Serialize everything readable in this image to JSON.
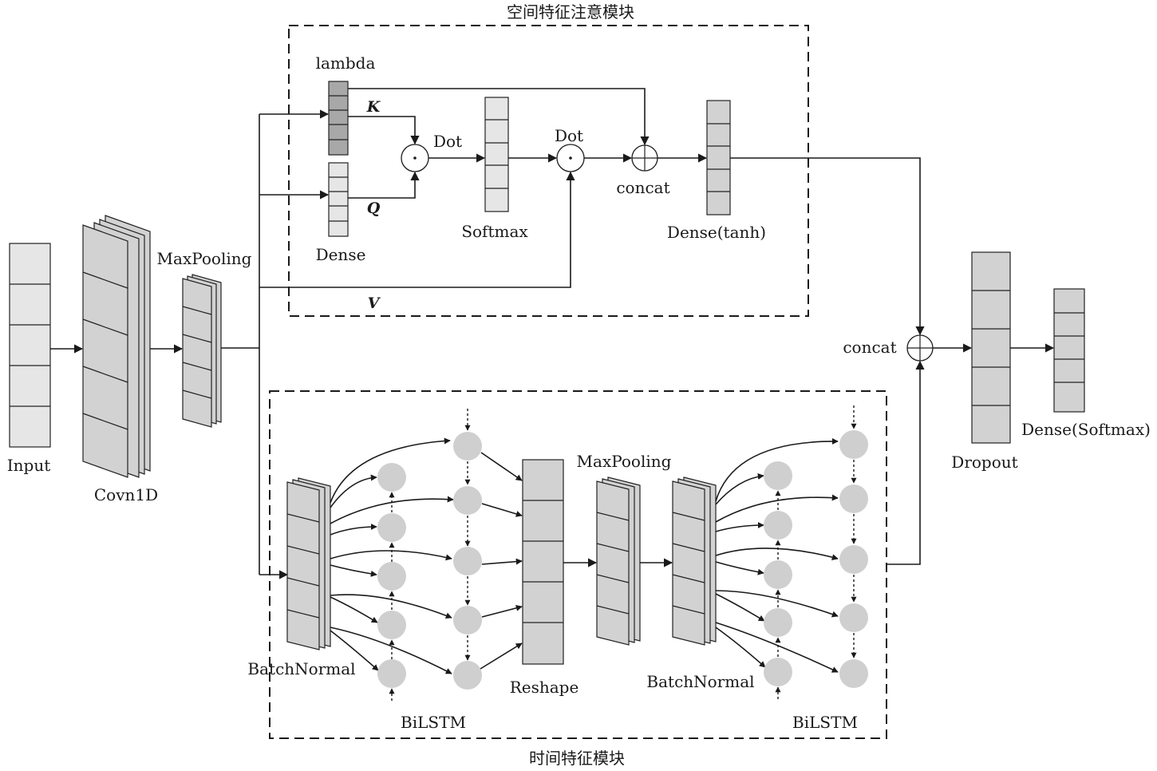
{
  "spatial_module": {
    "title": "空间特征注意模块"
  },
  "temporal_module": {
    "title": "时间特征模块"
  },
  "labels": {
    "input": "Input",
    "conv1d": "Covn1D",
    "maxpool_main": "MaxPooling",
    "lambda": "lambda",
    "dense": "Dense",
    "dot1": "Dot",
    "softmax": "Softmax",
    "dot2": "Dot",
    "concat_top": "concat",
    "dense_tanh": "Dense(tanh)",
    "sym_k": "K",
    "sym_q": "Q",
    "sym_v": "V",
    "batchnorm_1": "BatchNormal",
    "bilstm_1": "BiLSTM",
    "reshape": "Reshape",
    "maxpool_temporal": "MaxPooling",
    "batchnorm_2": "BatchNormal",
    "bilstm_2": "BiLSTM",
    "concat_final": "concat",
    "dropout": "Dropout",
    "dense_softmax": "Dense(Softmax)"
  },
  "colors": {
    "line": "#1a1a1a",
    "cell_light": "#e6e6e6",
    "cell_mid": "#d2d2d2",
    "cell_dark": "#a8a8a8",
    "neuron": "#cfcfcf"
  }
}
